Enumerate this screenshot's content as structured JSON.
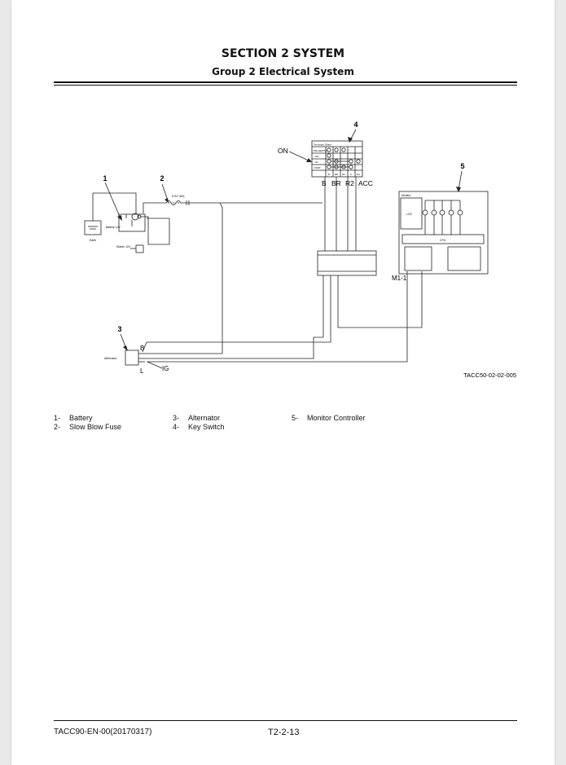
{
  "header": {
    "section": "SECTION 2 SYSTEM",
    "group": "Group 2 Electrical System"
  },
  "diagram": {
    "callouts": [
      "1",
      "2",
      "3",
      "4",
      "5"
    ],
    "on_label": "ON",
    "key_switch": {
      "title": "Terminals (Start)",
      "rows": [
        "PRE-HEATING",
        "OFF",
        "ON",
        "START"
      ],
      "terminal_labels": [
        "B",
        "BR",
        "R2",
        "ACC"
      ],
      "small_terminals": [
        "B",
        "BR",
        "R2",
        "C",
        "Acc"
      ]
    },
    "battery_label": "Battery 12V",
    "earth_label": "Earth",
    "starter_label": "Starter 12V",
    "fuse_label": "S.B.F 60A",
    "alternator_label": "Alternator",
    "alternator_terminals": [
      "B",
      "L"
    ],
    "ig_label": "IG",
    "monitor": {
      "title": "Monitor",
      "lcd_label": "LCD",
      "cpu_label": "CPU"
    },
    "m1_label": "M1-1",
    "figure_id": "TACC50-02-02-005"
  },
  "legend": [
    {
      "num": "1-",
      "label": "Battery"
    },
    {
      "num": "2-",
      "label": "Slow Blow Fuse"
    },
    {
      "num": "3-",
      "label": "Alternator"
    },
    {
      "num": "4-",
      "label": "Key Switch"
    },
    {
      "num": "5-",
      "label": "Monitor Controller"
    }
  ],
  "footer": {
    "doc_id": "TACC90-EN-00(20170317)",
    "page": "T2-2-13"
  }
}
